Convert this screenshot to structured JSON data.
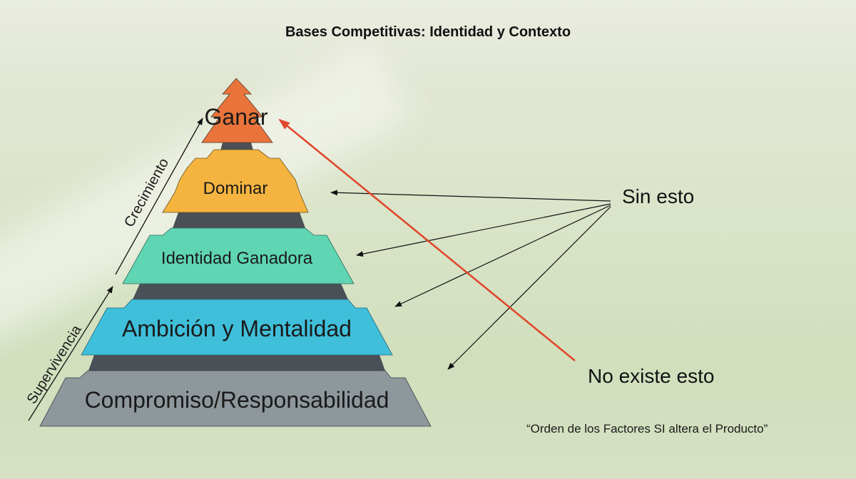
{
  "title": "Bases Competitivas: Identidad y Contexto",
  "levels": [
    {
      "label": "Ganar",
      "color": "#e8743b"
    },
    {
      "label": "Dominar",
      "color": "#f5b43f"
    },
    {
      "label": "Identidad Ganadora",
      "color": "#5fd5b3"
    },
    {
      "label": "Ambición y Mentalidad",
      "color": "#3fbfda"
    },
    {
      "label": "Compromiso/Responsabilidad",
      "color": "#8e979c"
    }
  ],
  "axis_labels": {
    "upper": "Crecimiento",
    "lower": "Supervivencia"
  },
  "callouts": {
    "sin_esto": "Sin esto",
    "no_existe": "No existe esto"
  },
  "quote": "“Orden de los Factores SI altera el Producto”",
  "colors": {
    "divider": "#4a5055",
    "red_arrow": "#e0482c"
  }
}
